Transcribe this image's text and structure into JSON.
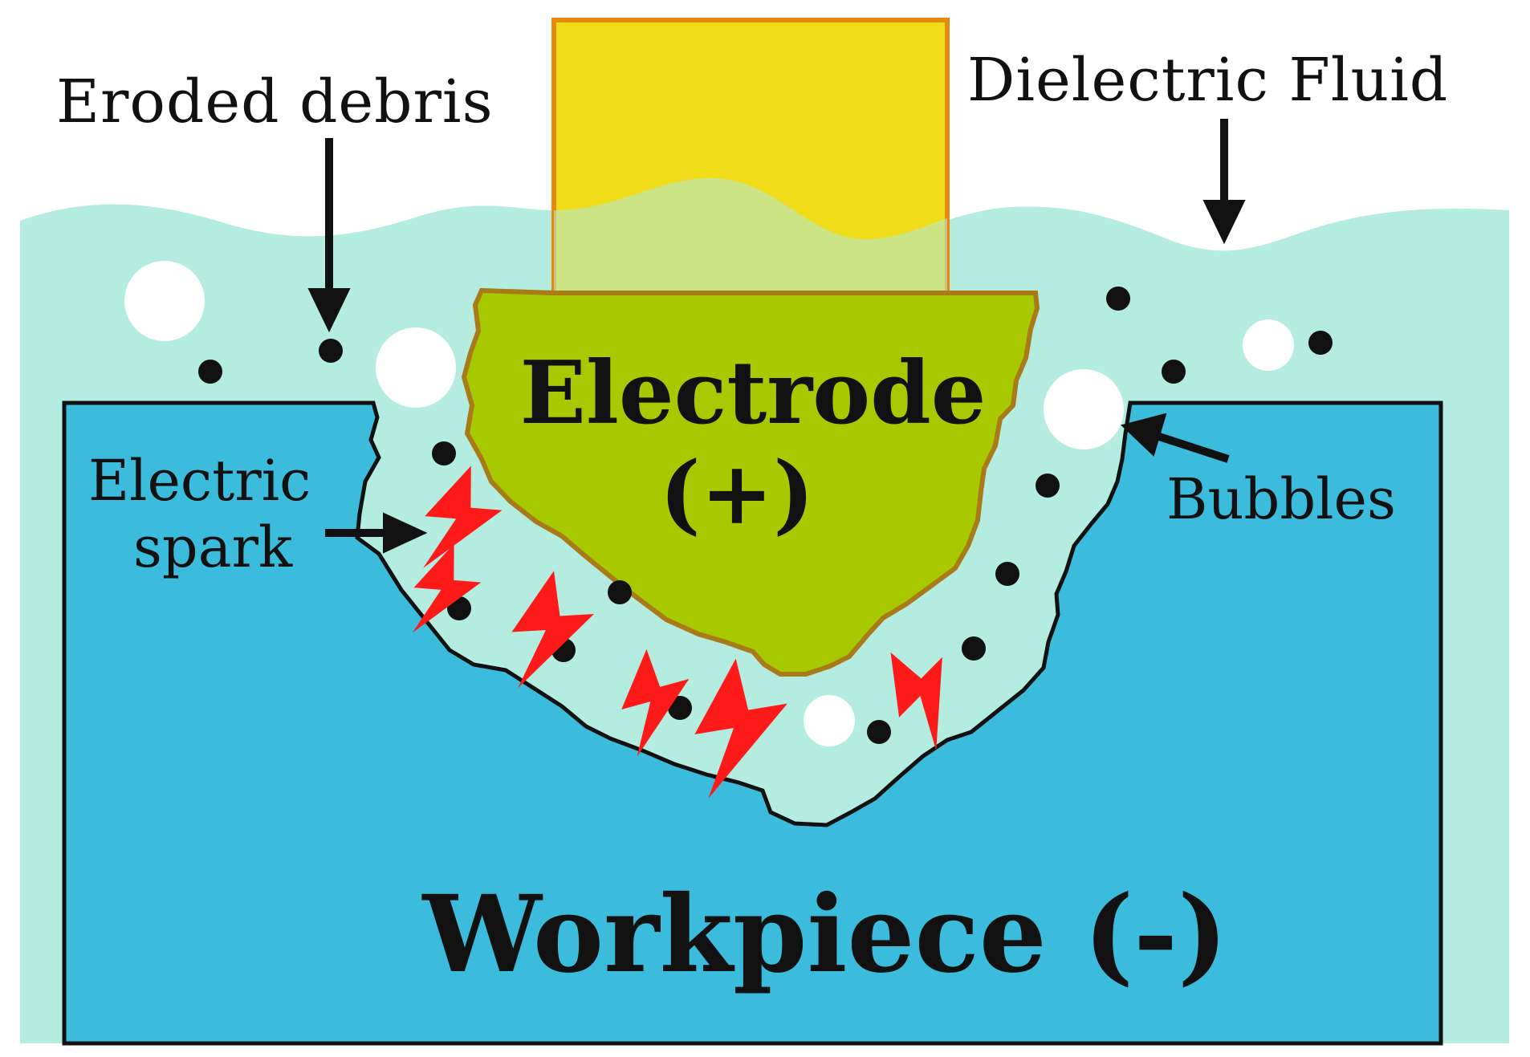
{
  "labels": {
    "eroded_debris": "Eroded debris",
    "dielectric_fluid": "Dielectric Fluid",
    "electrode": "Electrode",
    "electrode_polarity": "(+)",
    "electric_spark_line1": "Electric",
    "electric_spark_line2": "spark",
    "bubbles": "Bubbles",
    "workpiece": "Workpiece (-)"
  },
  "colors": {
    "fluid": "#b4ece0",
    "workpiece": "#3bbcdc",
    "electrode_shank": "#eed800",
    "electrode_shank_edge": "#e58a0a",
    "electrode_tip": "#a8c800",
    "electrode_tip_edge": "#a87a18",
    "spark": "#ff1a1a",
    "debris": "#111111",
    "bubble": "#ffffff",
    "outline": "#111111"
  },
  "icons": {
    "arrow": "down-arrow-icon",
    "spark": "lightning-bolt-icon",
    "bubble": "circle-bubble-icon",
    "debris": "dot-debris-icon"
  }
}
